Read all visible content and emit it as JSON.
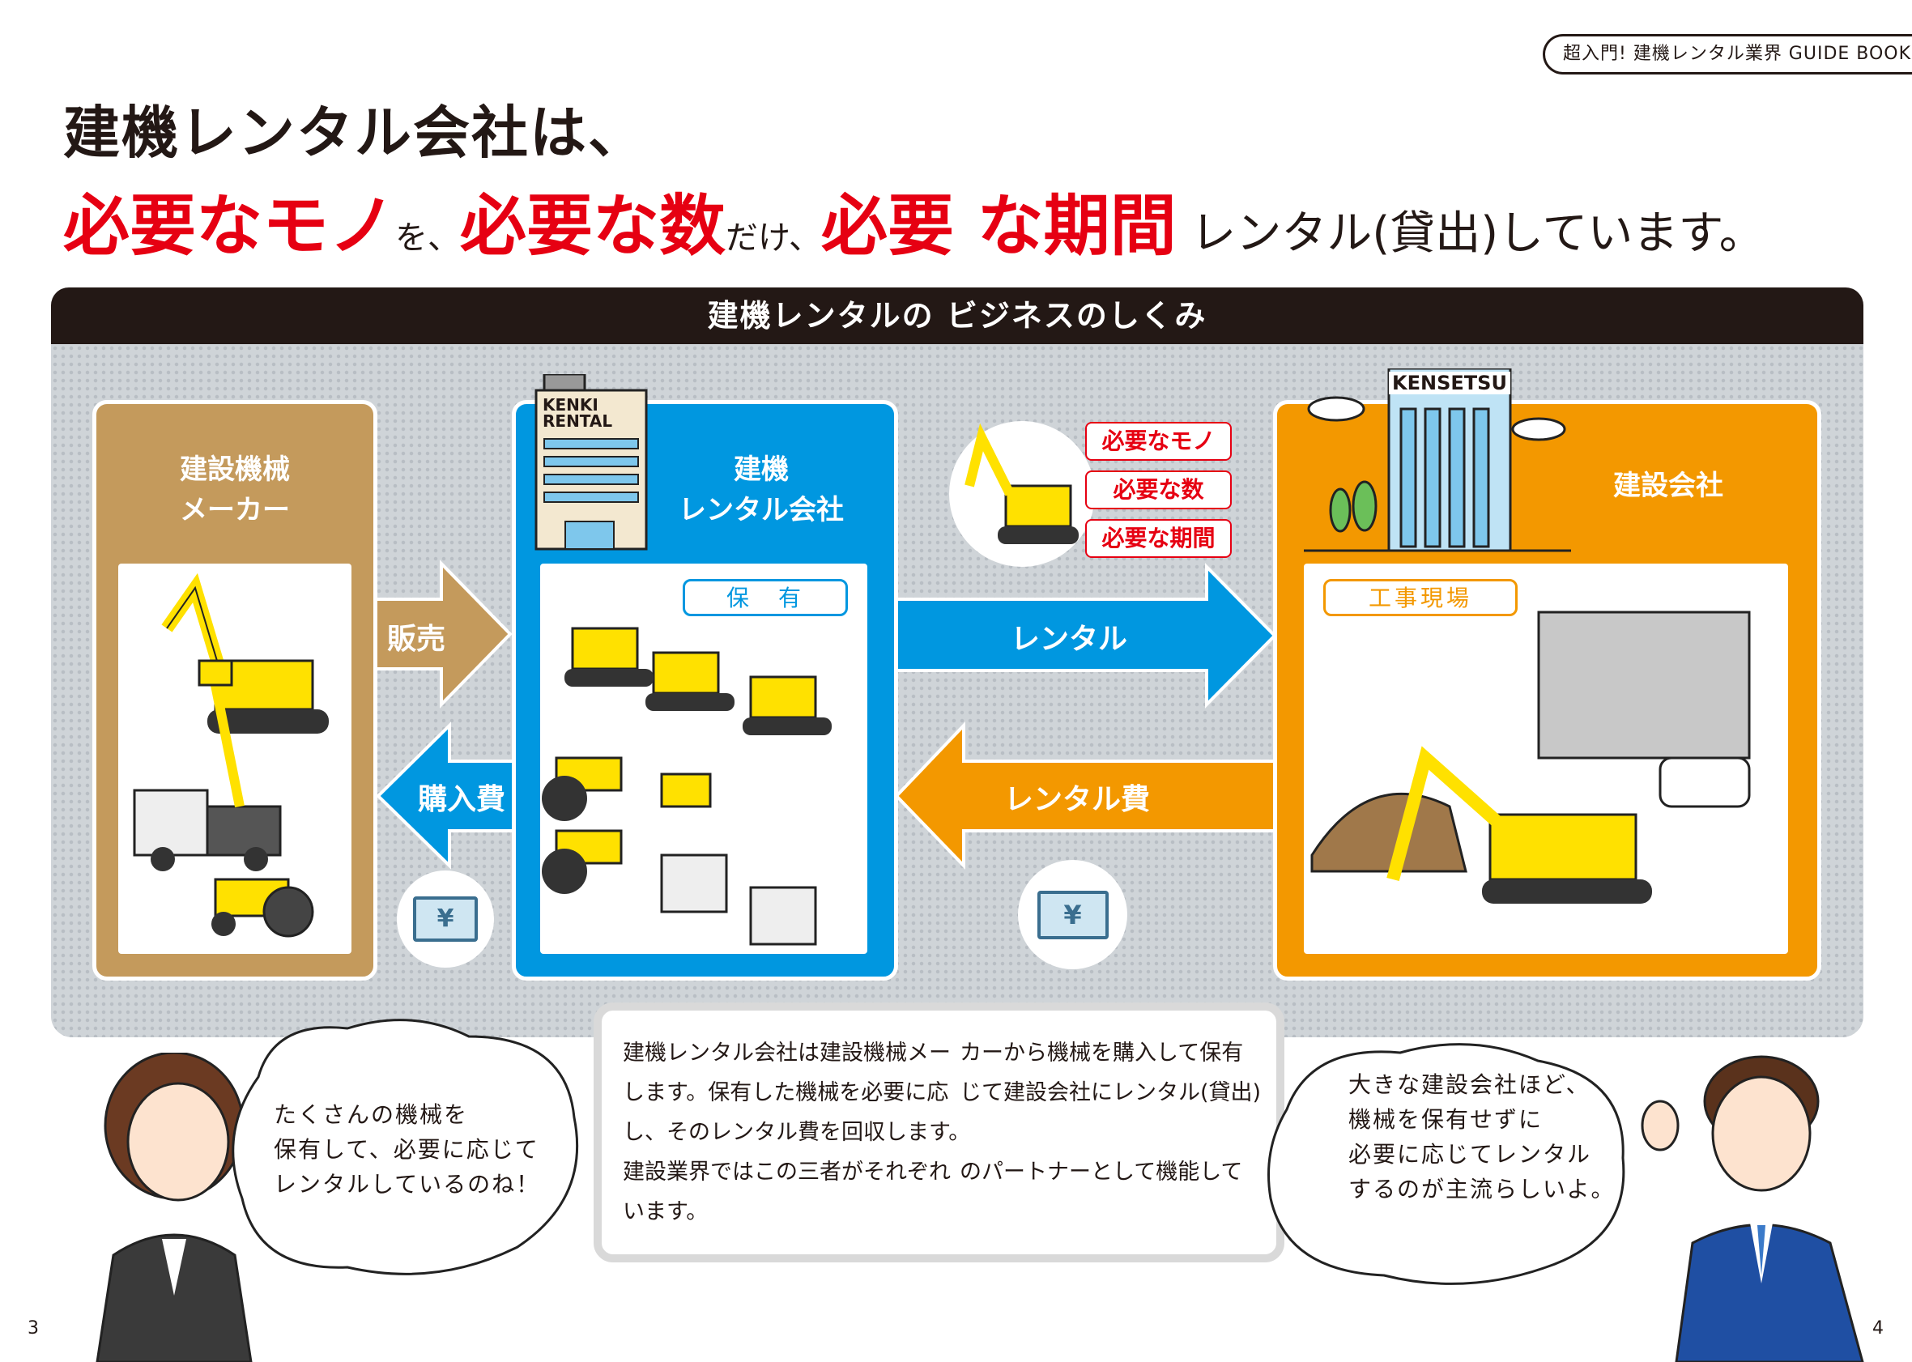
{
  "header": {
    "badge": "超入門! 建機レンタル業界 GUIDE BOOK"
  },
  "title": {
    "line1": "建機レンタル会社は、",
    "line2": [
      {
        "text": "必要なモノ",
        "emph": true
      },
      {
        "text": "を、",
        "emph": false
      },
      {
        "text": "必要な数",
        "emph": true
      },
      {
        "text": "だけ、",
        "emph": false
      },
      {
        "text": "必要 な期間",
        "emph": true
      },
      {
        "text": " レンタル(貸出)しています。",
        "emph": false
      }
    ]
  },
  "diagram": {
    "heading": "建機レンタルの ビジネスのしくみ",
    "maker": {
      "label": "建設機械\nメーカー",
      "color": "#c49a5c"
    },
    "rental_company": {
      "label": "建機\nレンタル会社",
      "sign": "KENKI RENTAL",
      "pill": "保　有",
      "color": "#0097e0"
    },
    "construction": {
      "label": "建設会社",
      "sign": "KENSETSU",
      "pill": "工事現場",
      "color": "#f39800"
    },
    "arrows": {
      "sale": "販売",
      "purchase_fee": "購入費",
      "rental": "レンタル",
      "rental_fee": "レンタル費"
    },
    "tags": [
      "必要なモノ",
      "必要な数",
      "必要な期間"
    ],
    "money_symbol": "¥"
  },
  "description": {
    "left": [
      "建機レンタル会社は建設機械メー",
      "します。保有した機械を必要に応",
      "し、そのレンタル費を回収します。",
      "建設業界ではこの三者がそれぞれ",
      "います。"
    ],
    "right": [
      "カーから機械を購入して保有",
      "じて建設会社にレンタル(貸出)",
      "",
      "のパートナーとして機能して",
      ""
    ]
  },
  "bubbles": {
    "woman": [
      "たくさんの機械を",
      "保有して、必要に応じて",
      "レンタルしているのね！"
    ],
    "man": [
      "大きな建設会社ほど、",
      "機械を保有せずに",
      "必要に応じてレンタル",
      "するのが主流らしいよ。"
    ]
  },
  "pages": {
    "left": "3",
    "right": "4"
  }
}
